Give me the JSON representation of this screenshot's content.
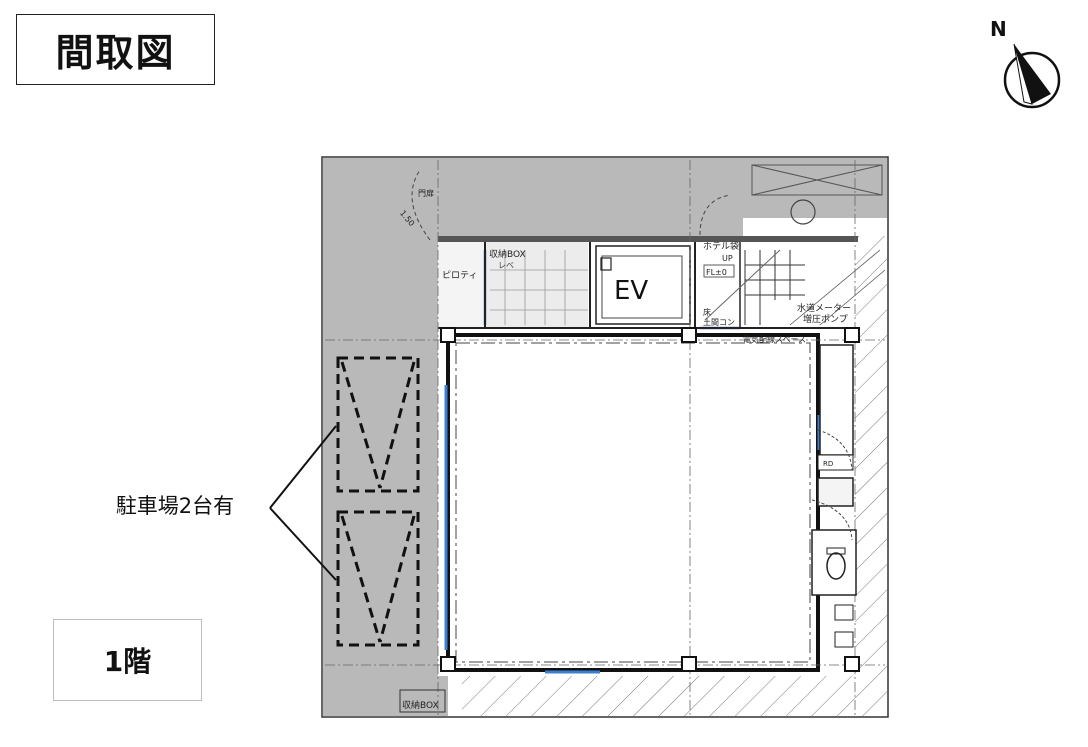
{
  "title": "間取図",
  "floor_label": "1階",
  "parking_label": "駐車場2台有",
  "compass": {
    "north_letter": "N",
    "icon": "north-arrow-icon"
  },
  "rooms": {
    "elevator": "EV",
    "storage_top": "収納BOX",
    "storage_top_sub": "レベ",
    "piloti": "ピロティ",
    "hotel_stair": "ホテル袋",
    "stair_up": "UP",
    "floor_level": "FL±0",
    "water_meter": "水道メーター",
    "pressure_pump": "増圧ポンプ",
    "electrical_space": "電気配線スペース",
    "rd": "RD",
    "storage_bottom": "収納BOX",
    "floor_note": "床",
    "earth_floor": "土間コン",
    "gate": "門扉",
    "width_mark": "1.50"
  },
  "colors": {
    "shaded_area": "#b9b9b9",
    "wall": "#1a1a1a",
    "window_blue": "#3b7fd1",
    "hatch": "#555555"
  }
}
